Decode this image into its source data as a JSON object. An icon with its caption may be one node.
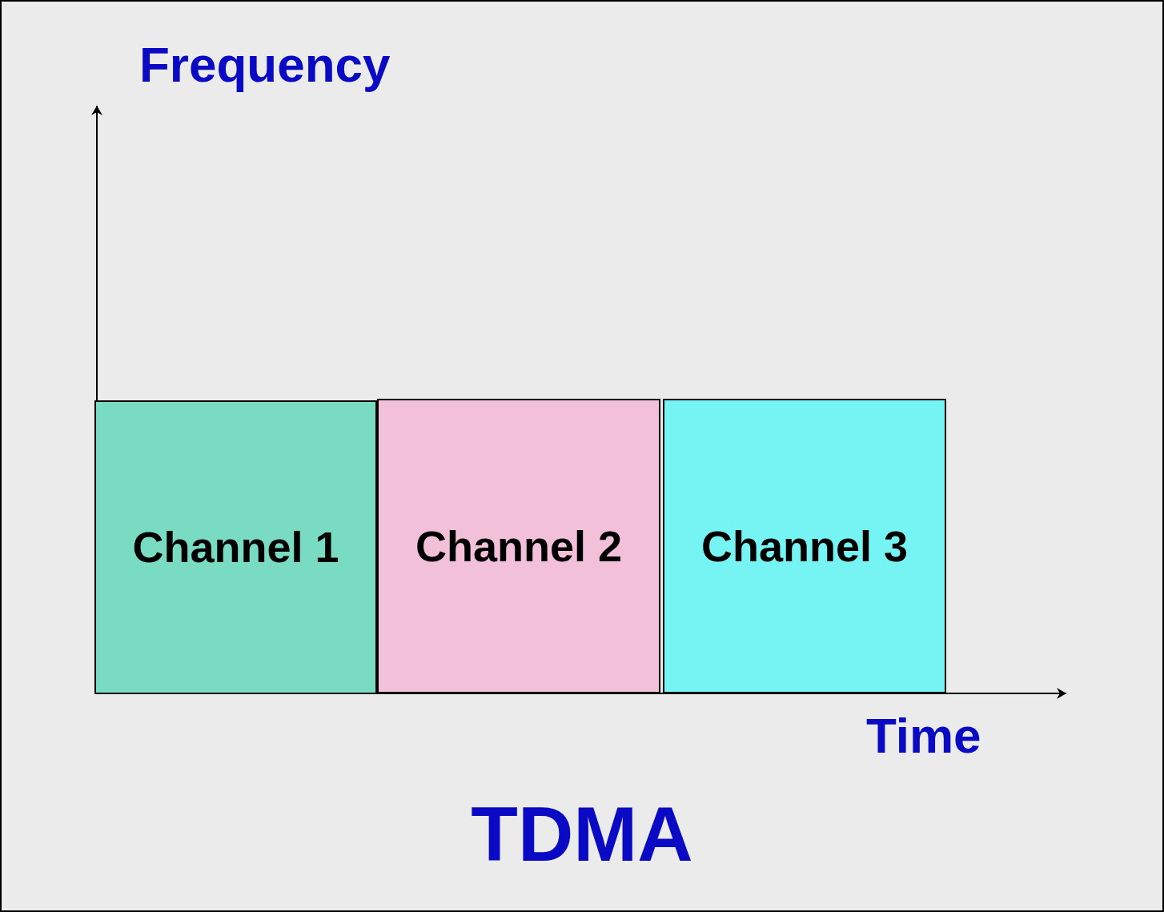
{
  "diagram": {
    "caption": "TDMA",
    "nodes": [
      {
        "text": [
          "Channel 1"
        ]
      },
      {
        "text": [
          "Channel 2"
        ]
      },
      {
        "text": [
          "Channel 3"
        ]
      }
    ],
    "labels": [
      "Frequency",
      "Time"
    ]
  }
}
